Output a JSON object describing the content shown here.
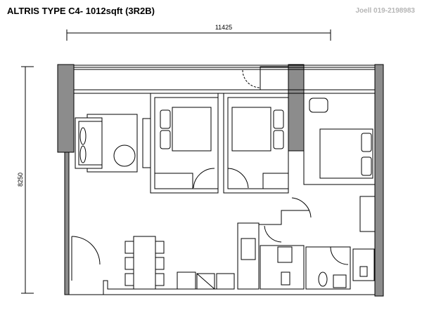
{
  "title": "ALTRIS TYPE C4- 1012sqft (3R2B)",
  "watermark": "Joell 019-2198983",
  "dimensions": {
    "width": "11425",
    "height": "8250"
  },
  "colors": {
    "wall": "#8c8c8c",
    "line": "#000000",
    "watermark": "#b5b5b5"
  }
}
